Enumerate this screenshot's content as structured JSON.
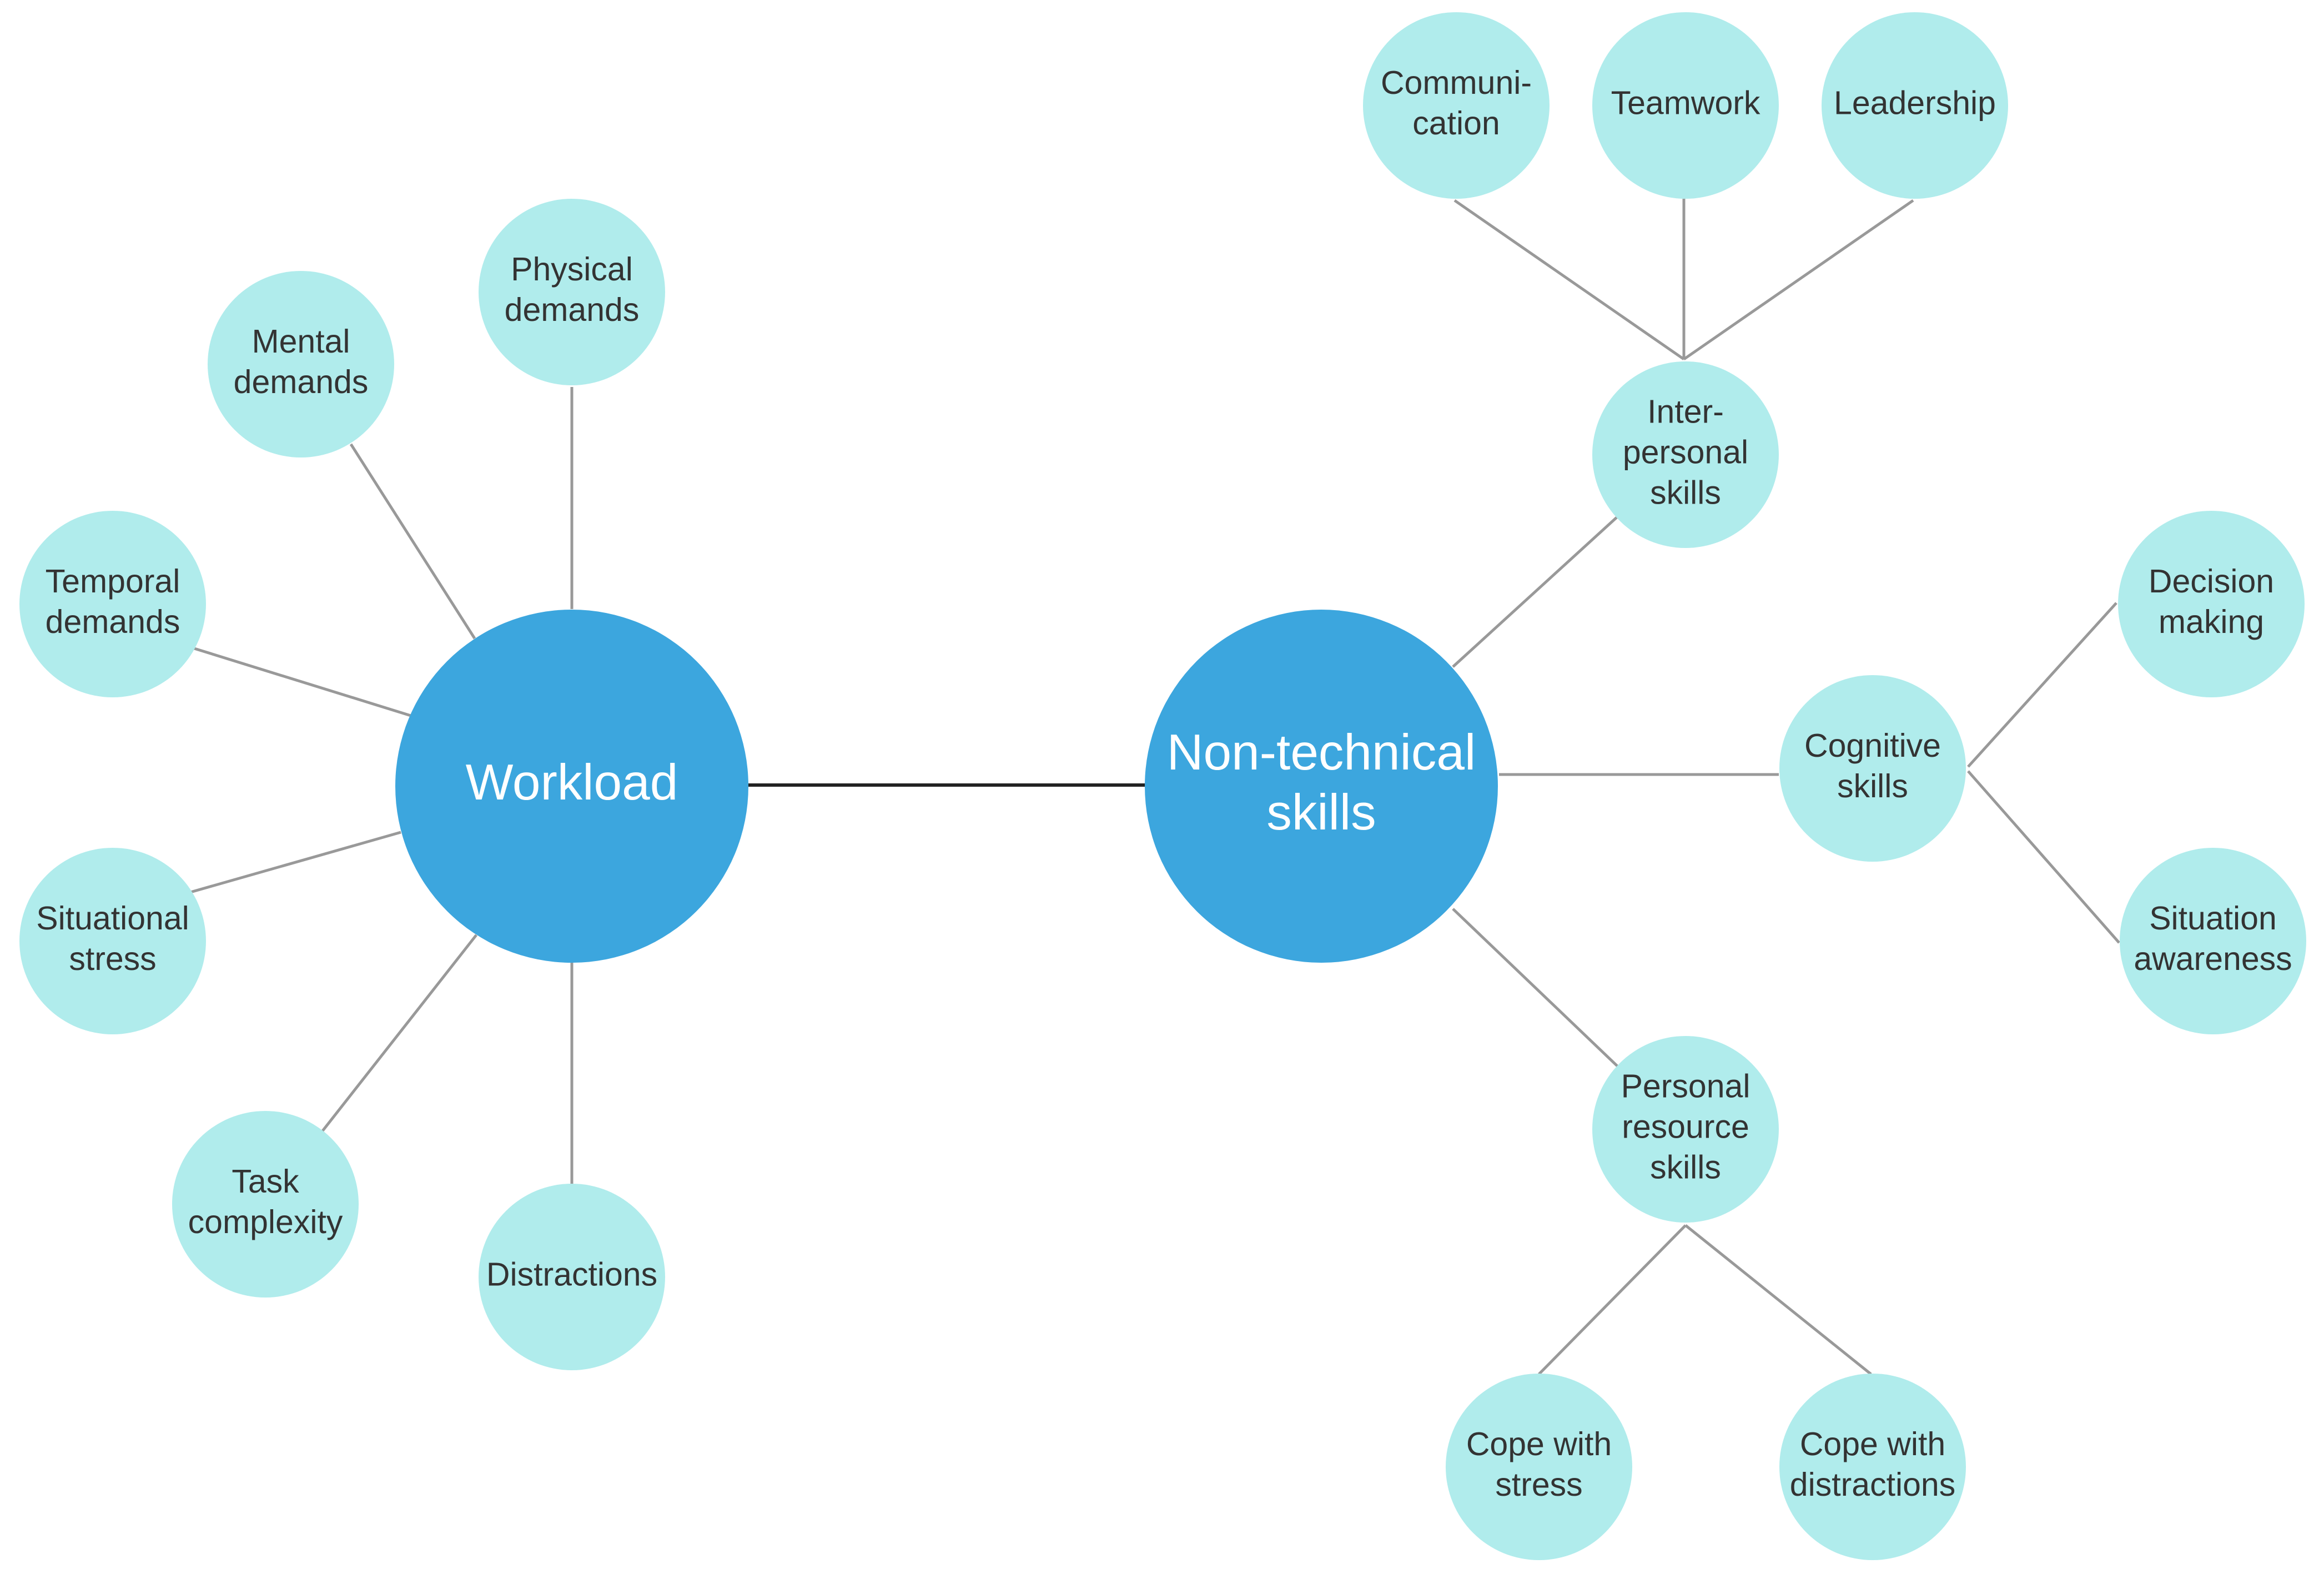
{
  "colors": {
    "main_node": "#3CA6DE",
    "sub_node": "#B0ECEC",
    "main_text": "#FFFFFF",
    "sub_text": "#333333",
    "connector": "#999999",
    "main_connector": "#222222"
  },
  "nodes": {
    "workload": {
      "label": [
        "Workload"
      ]
    },
    "nontech": {
      "label": [
        "Non-technical",
        "skills"
      ]
    },
    "physical": {
      "label": [
        "Physical",
        "demands"
      ]
    },
    "mental": {
      "label": [
        "Mental",
        "demands"
      ]
    },
    "temporal": {
      "label": [
        "Temporal",
        "demands"
      ]
    },
    "situational": {
      "label": [
        "Situational",
        "stress"
      ]
    },
    "task": {
      "label": [
        "Task",
        "complexity"
      ]
    },
    "distractions": {
      "label": [
        "Distractions"
      ]
    },
    "interpersonal": {
      "label": [
        "Inter-",
        "personal",
        "skills"
      ]
    },
    "communication": {
      "label": [
        "Communi-",
        "cation"
      ]
    },
    "teamwork": {
      "label": [
        "Teamwork"
      ]
    },
    "leadership": {
      "label": [
        "Leadership"
      ]
    },
    "cognitive": {
      "label": [
        "Cognitive",
        "skills"
      ]
    },
    "decision": {
      "label": [
        "Decision",
        "making"
      ]
    },
    "situation_awareness": {
      "label": [
        "Situation",
        "awareness"
      ]
    },
    "personal": {
      "label": [
        "Personal",
        "resource",
        "skills"
      ]
    },
    "cope_stress": {
      "label": [
        "Cope with",
        "stress"
      ]
    },
    "cope_distractions": {
      "label": [
        "Cope with",
        "distractions"
      ]
    }
  }
}
